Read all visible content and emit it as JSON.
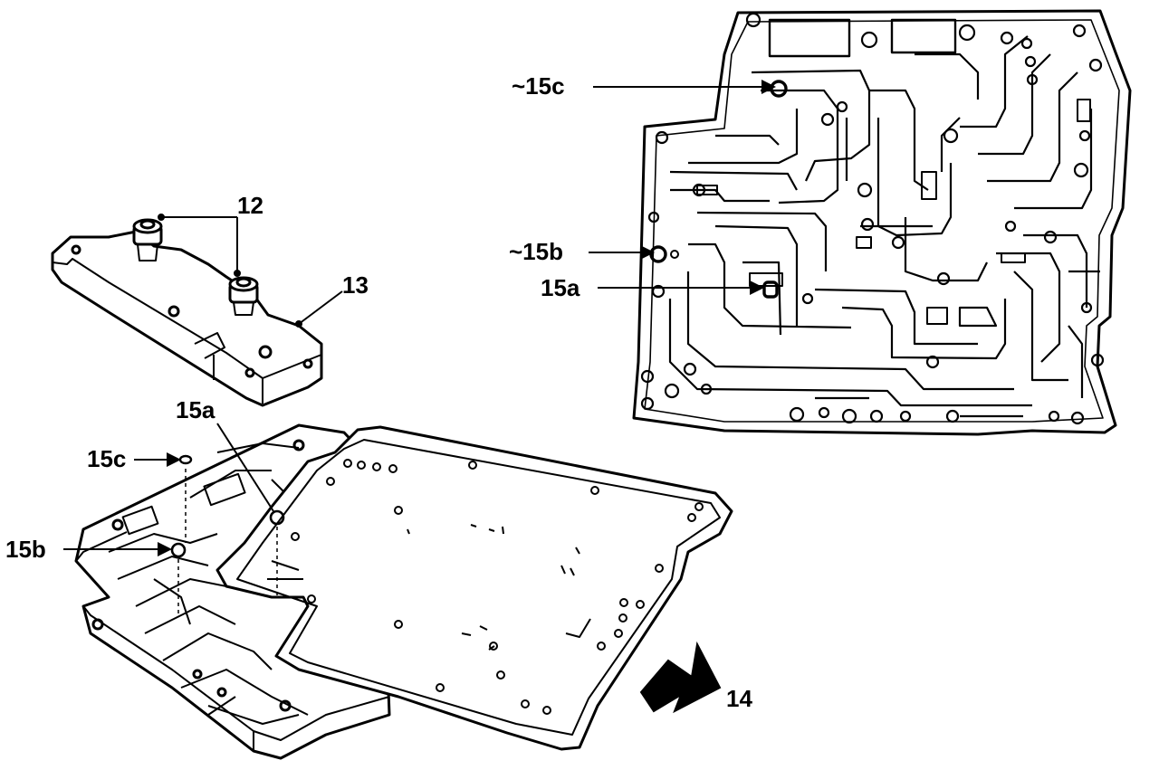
{
  "diagram": {
    "labels": {
      "part_12": "12",
      "part_13": "13",
      "part_14": "14",
      "valve_15a_upper": "15a",
      "valve_15b_upper": "~15b",
      "valve_15c_upper": "~15c",
      "valve_15a_lower": "15a",
      "valve_15b_lower": "15b",
      "valve_15c_lower": "15c"
    }
  },
  "colors": {
    "ink": "#000000",
    "paper": "#ffffff"
  }
}
